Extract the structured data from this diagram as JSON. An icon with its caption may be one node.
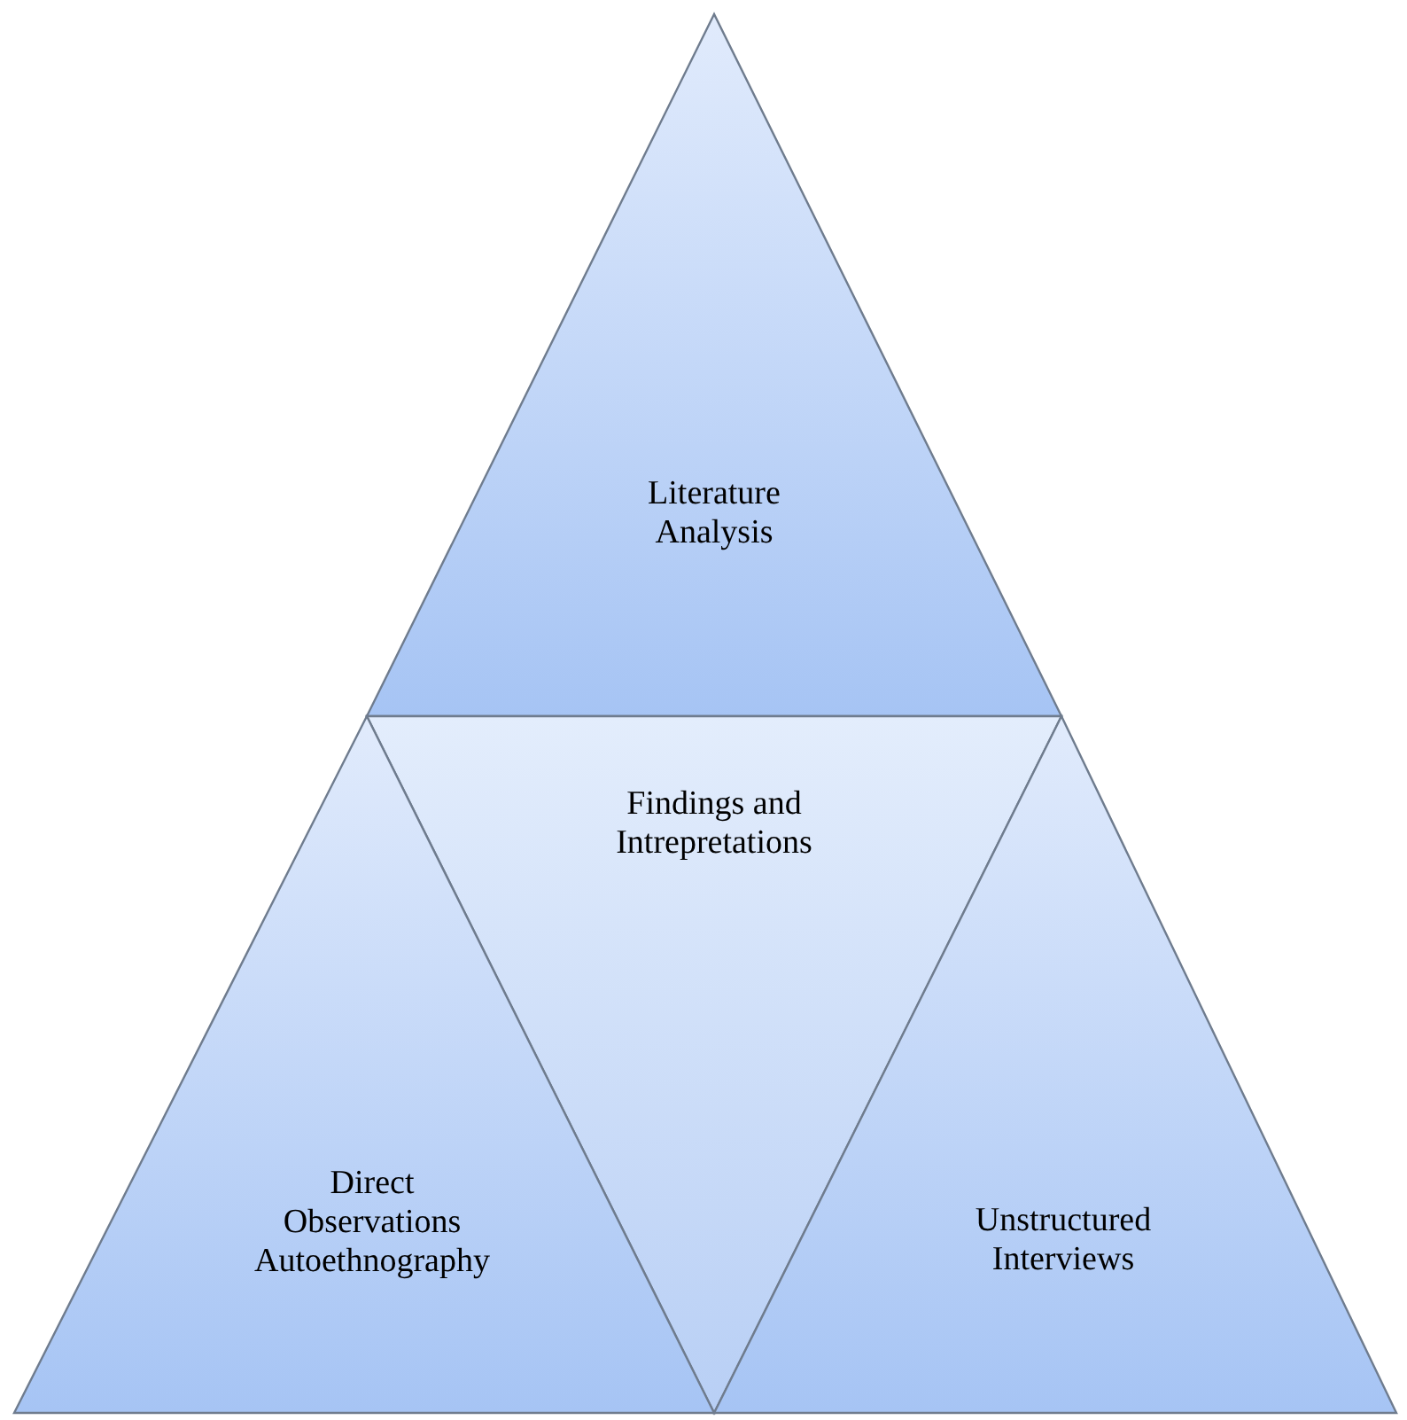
{
  "diagram": {
    "nodes": [
      {
        "text": [
          "Literature Analysis"
        ]
      },
      {
        "text": [
          "Findings and Intrepretations"
        ]
      },
      {
        "text": [
          "Direct Observations Autoethnography"
        ]
      },
      {
        "text": [
          "Unstructured Interviews"
        ]
      }
    ]
  }
}
